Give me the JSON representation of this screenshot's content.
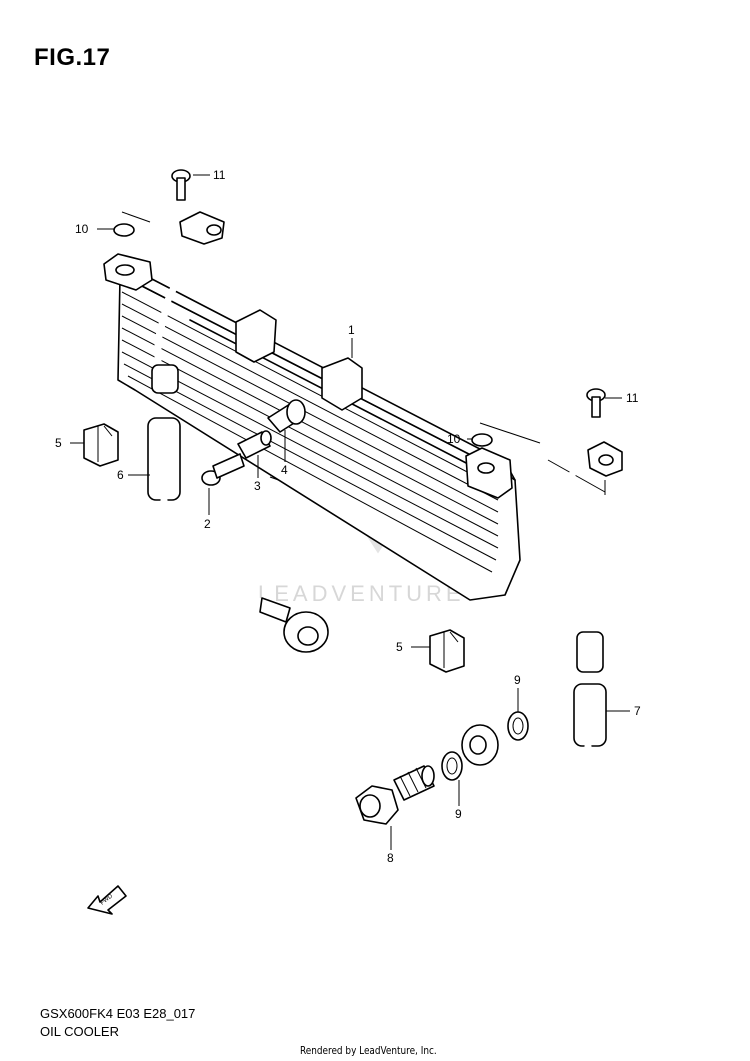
{
  "figure": {
    "title": "FIG.17"
  },
  "footer": {
    "model_code": "GSX600FK4 E03 E28_017",
    "section_name": "OIL COOLER",
    "credit": "Rendered by LeadVenture, Inc."
  },
  "watermark": {
    "text": "LEADVENTURE"
  },
  "fwd_label": "FWD",
  "callouts": {
    "c1": "1",
    "c2": "2",
    "c3": "3",
    "c4": "4",
    "c5a": "5",
    "c5b": "5",
    "c6": "6",
    "c7": "7",
    "c8": "8",
    "c9a": "9",
    "c9b": "9",
    "c10a": "10",
    "c10b": "10",
    "c11a": "11",
    "c11b": "11"
  }
}
